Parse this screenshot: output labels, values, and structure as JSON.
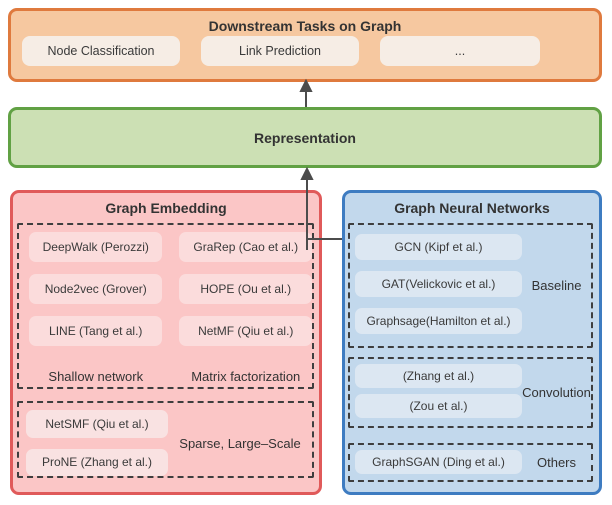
{
  "downstream": {
    "title": "Downstream Tasks on Graph",
    "tasks": [
      "Node Classification",
      "Link Prediction",
      "..."
    ]
  },
  "representation": {
    "title": "Representation"
  },
  "graph_embedding": {
    "title": "Graph Embedding",
    "group1": {
      "columns": [
        {
          "items": [
            "DeepWalk (Perozzi)",
            "Node2vec (Grover)",
            "LINE (Tang et al.)"
          ],
          "label": "Shallow network"
        },
        {
          "items": [
            "GraRep (Cao et al.)",
            "HOPE (Ou et al.)",
            "NetMF (Qiu et al.)"
          ],
          "label": "Matrix factorization"
        }
      ]
    },
    "group2": {
      "items": [
        "NetSMF (Qiu et al.)",
        "ProNE (Zhang et al.)"
      ],
      "label": "Sparse, Large–Scale"
    }
  },
  "gnn": {
    "title": "Graph Neural Networks",
    "groups": [
      {
        "items": [
          "GCN (Kipf et al.)",
          "GAT(Velickovic et al.)",
          "Graphsage(Hamilton et al.)"
        ],
        "label": "Baseline"
      },
      {
        "items": [
          "(Zhang et al.)",
          "(Zou et al.)"
        ],
        "label": "Convolution"
      },
      {
        "items": [
          "GraphSGAN (Ding et al.)"
        ],
        "label": "Others"
      }
    ]
  },
  "colors": {
    "orange_fill": "#f6c8a0",
    "orange_border": "#df7a3e",
    "orange_chip": "#f6ede5",
    "green_fill": "#cce0b4",
    "green_border": "#61a144",
    "red_fill": "#fbc6c6",
    "red_border": "#e05a5a",
    "red_chip": "#fbdcdc",
    "blue_fill": "#c2d8ec",
    "blue_border": "#3e7cc1",
    "blue_chip": "#dce7f2",
    "dashed_border": "#3e3e3e",
    "arrow": "#4c4c4c"
  }
}
